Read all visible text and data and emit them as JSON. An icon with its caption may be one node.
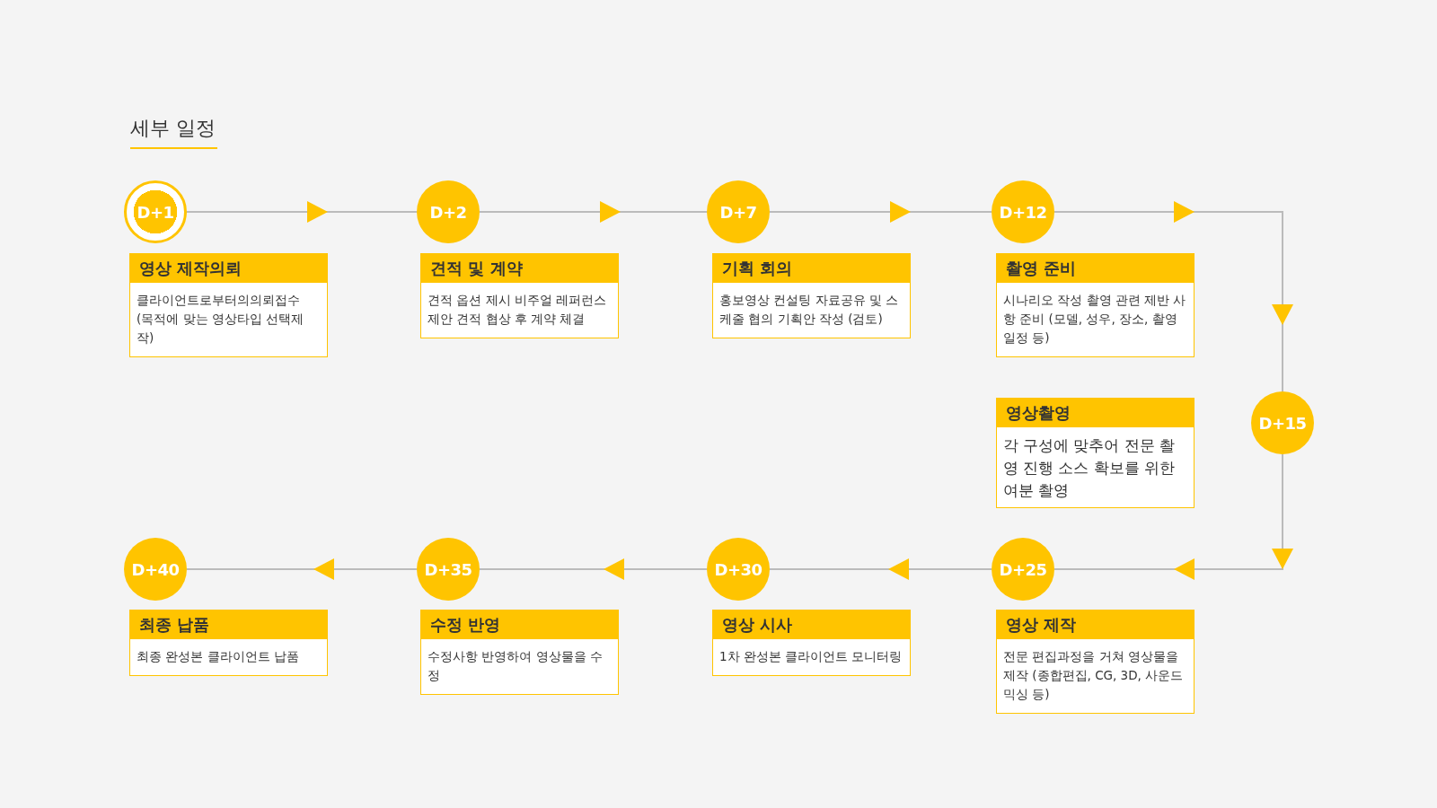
{
  "diagram": {
    "title": "세부 일정",
    "nodes": [
      {
        "text": [
          "D+1"
        ]
      },
      {
        "text": [
          "영상 제작의뢰",
          "클라이언트로부터의의뢰접수 (목적에 맞는 영상타입 선택제작)"
        ]
      },
      {
        "text": [
          "D+2"
        ]
      },
      {
        "text": [
          "견적 및 계약",
          "견적 옵션 제시 비주얼 레퍼런스 제안 견적 협상 후 계약 체결"
        ]
      },
      {
        "text": [
          "D+7"
        ]
      },
      {
        "text": [
          "기획 회의",
          "홍보영상 컨설팅 자료공유 및 스케줄 협의 기획안 작성 (검토)"
        ]
      },
      {
        "text": [
          "D+12"
        ]
      },
      {
        "text": [
          "촬영 준비",
          "시나리오 작성 촬영 관련 제반 사항 준비 (모델, 성우, 장소, 촬영일정 등)"
        ]
      },
      {
        "text": [
          "영상촬영",
          "각 구성에 맞추어 전문 촬영 진행 소스 확보를 위한 여분 촬영"
        ]
      },
      {
        "text": [
          "D+15"
        ]
      },
      {
        "text": [
          "D+40"
        ]
      },
      {
        "text": [
          "최종 납품",
          "최종 완성본 클라이언트 납품"
        ]
      },
      {
        "text": [
          "D+35"
        ]
      },
      {
        "text": [
          "수정 반영",
          "수정사항 반영하여 영상물을 수정"
        ]
      },
      {
        "text": [
          "D+30"
        ]
      },
      {
        "text": [
          "영상 시사",
          "1차 완성본 클라이언트 모니터링"
        ]
      },
      {
        "text": [
          "D+25"
        ]
      },
      {
        "text": [
          "영상 제작",
          "전문 편집과정을 거쳐 영상물을 제작 (종합편집, CG, 3D, 사운드믹싱 등)"
        ]
      }
    ],
    "edges": [
      {
        "from": 0,
        "to": 2,
        "arrow": "to"
      },
      {
        "from": 2,
        "to": 4,
        "arrow": "to"
      },
      {
        "from": 4,
        "to": 6,
        "arrow": "to"
      },
      {
        "from": 6,
        "to": 9,
        "arrow": "to"
      },
      {
        "from": 9,
        "to": 16,
        "arrow": "to"
      },
      {
        "from": 16,
        "to": 14,
        "arrow": "to"
      },
      {
        "from": 14,
        "to": 12,
        "arrow": "to"
      },
      {
        "from": 12,
        "to": 10,
        "arrow": "to"
      }
    ]
  }
}
